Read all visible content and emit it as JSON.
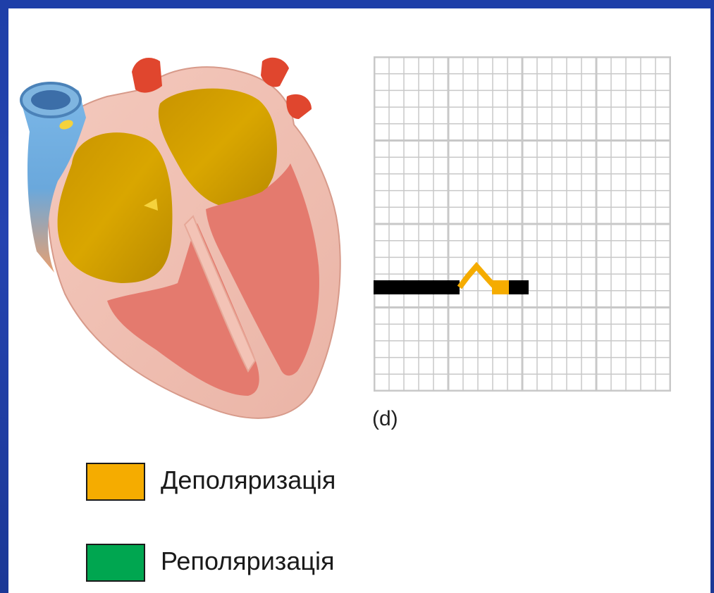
{
  "panel_label": "(d)",
  "legend": [
    {
      "label": "Деполяризація",
      "color": "#f5ac00"
    },
    {
      "label": "Реполяризація",
      "color": "#00a650"
    }
  ],
  "colors": {
    "depolarized": "#d8a200",
    "myocardium": "#f3c3b6",
    "chamber": "#e47a6e",
    "artery": "#e0462e",
    "vein": "#6aa8dc",
    "ecg_baseline": "#000000",
    "ecg_wave": "#f5ac00",
    "grid": "#c8c8c8"
  }
}
